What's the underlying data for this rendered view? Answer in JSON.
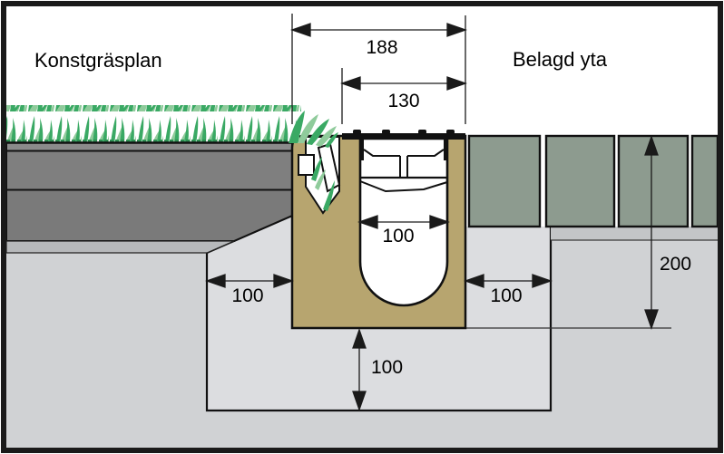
{
  "diagram": {
    "labels": {
      "left_area": "Konstgräsplan",
      "right_area": "Belagd yta"
    },
    "dimensions": {
      "overall_top_width": "188",
      "grate_width": "130",
      "channel_inner_width": "100",
      "left_backfill_width": "100",
      "right_backfill_width": "100",
      "bedding_depth": "100",
      "paved_side_depth": "200"
    },
    "colors": {
      "frame": "#1a1a1a",
      "concrete_surround": "#b7a56f",
      "paver": "#8d9b8f",
      "grass_dark": "#3aa964",
      "grass_light": "#8fcb9b",
      "grass_base": "#2f8f53",
      "turf_layer_a": "#8b8b8b",
      "turf_layer_b": "#7f7f7f",
      "turf_layer_c": "#7a7a7a",
      "turf_layer_d": "#b7b9bb",
      "soil": "#d0d2d4",
      "pit_backfill": "#dcdde0",
      "right_bedding": "#c3c5c7"
    }
  }
}
